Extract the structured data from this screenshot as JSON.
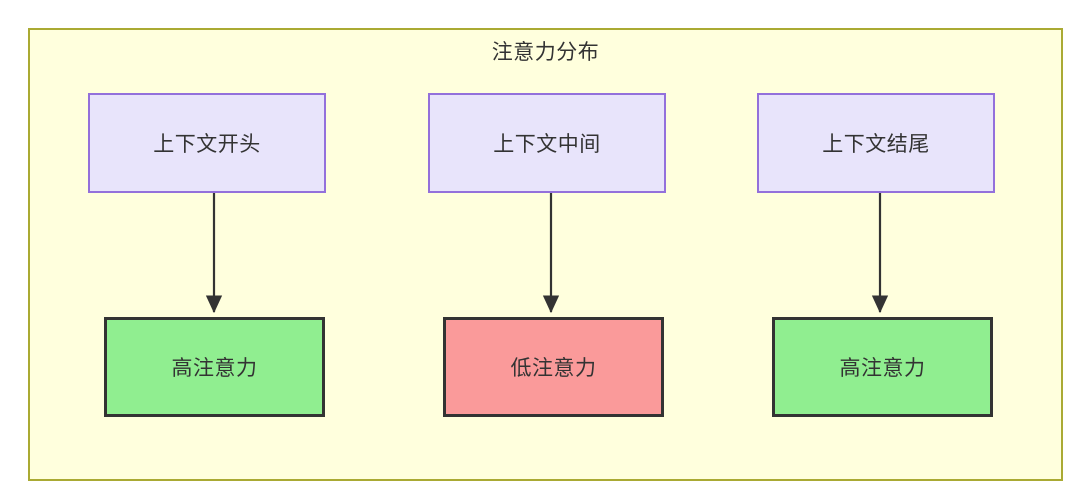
{
  "diagram": {
    "title": "注意力分布",
    "background_color": "#ffffdd",
    "border_color": "#aaaa33",
    "nodes": {
      "context": [
        {
          "id": "context-start",
          "label": "上下文开头",
          "fill": "#e8e4fb",
          "stroke": "#9370db"
        },
        {
          "id": "context-middle",
          "label": "上下文中间",
          "fill": "#e8e4fb",
          "stroke": "#9370db"
        },
        {
          "id": "context-end",
          "label": "上下文结尾",
          "fill": "#e8e4fb",
          "stroke": "#9370db"
        }
      ],
      "attention": [
        {
          "id": "attention-high-start",
          "label": "高注意力",
          "fill": "#90ee90",
          "stroke": "#333333"
        },
        {
          "id": "attention-low-middle",
          "label": "低注意力",
          "fill": "#fa9a9a",
          "stroke": "#333333"
        },
        {
          "id": "attention-high-end",
          "label": "高注意力",
          "fill": "#90ee90",
          "stroke": "#333333"
        }
      ]
    },
    "edges": [
      {
        "from": "context-start",
        "to": "attention-high-start",
        "label": ""
      },
      {
        "from": "context-middle",
        "to": "attention-low-middle",
        "label": ""
      },
      {
        "from": "context-end",
        "to": "attention-high-end",
        "label": ""
      }
    ]
  }
}
